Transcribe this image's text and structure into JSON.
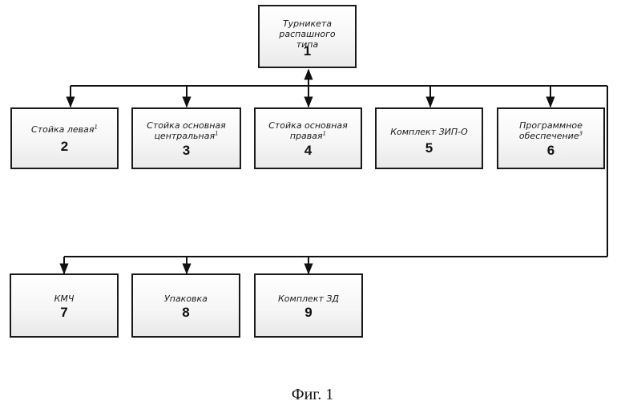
{
  "root": {
    "label": "Турникета распашного\nтипа",
    "number": "1"
  },
  "row1": [
    {
      "label": "Стойка левая",
      "sup": "1",
      "number": "2"
    },
    {
      "label": "Стойка основная\nцентральная",
      "sup": "1",
      "number": "3"
    },
    {
      "label": "Стойка основная\nправая",
      "sup": "1",
      "number": "4"
    },
    {
      "label": "Комплект ЗИП-О",
      "sup": "",
      "number": "5"
    },
    {
      "label": "Программное\nобеспечение",
      "sup": "3",
      "number": "6"
    }
  ],
  "row2": [
    {
      "label": "КМЧ",
      "sup": "",
      "number": "7"
    },
    {
      "label": "Упаковка",
      "sup": "",
      "number": "8"
    },
    {
      "label": "Комплект ЗД",
      "sup": "",
      "number": "9"
    }
  ],
  "caption": "Фиг. 1"
}
